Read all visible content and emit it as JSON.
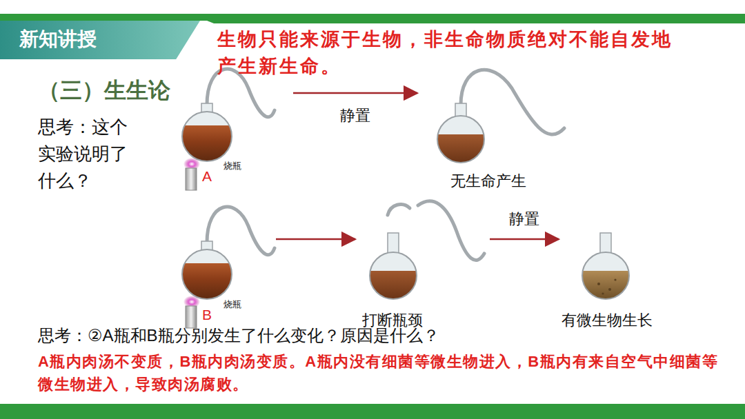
{
  "diagram": {
    "title": "（三）生生论",
    "nodes": [
      {
        "text": [
          "新知讲授"
        ]
      },
      {
        "text": [
          "烧瓶",
          "A"
        ]
      },
      {
        "text": [
          "无生命产生"
        ]
      },
      {
        "text": [
          "烧瓶",
          "B"
        ]
      },
      {
        "text": [
          "打断瓶颈"
        ]
      },
      {
        "text": [
          "有微生物生长"
        ]
      }
    ],
    "edges": [
      {
        "from": 1,
        "to": 2,
        "arrow": "to",
        "label": "静置"
      },
      {
        "from": 3,
        "to": 4,
        "arrow": "to"
      },
      {
        "from": 4,
        "to": 5,
        "arrow": "to",
        "label": "静置"
      }
    ],
    "labels": [
      "生物只能来源于生物，非生命物质绝对不能自发地产生新生命。",
      "思考：这个实验说明了什么？",
      "思考：②A瓶和B瓶分别发生了什么变化？原因是什么？",
      "A瓶内肉汤不变质，B瓶内肉汤变质。A瓶内没有细菌等微生物进入，B瓶内有来自空气中细菌等微生物进入，导致肉汤腐败。"
    ]
  }
}
